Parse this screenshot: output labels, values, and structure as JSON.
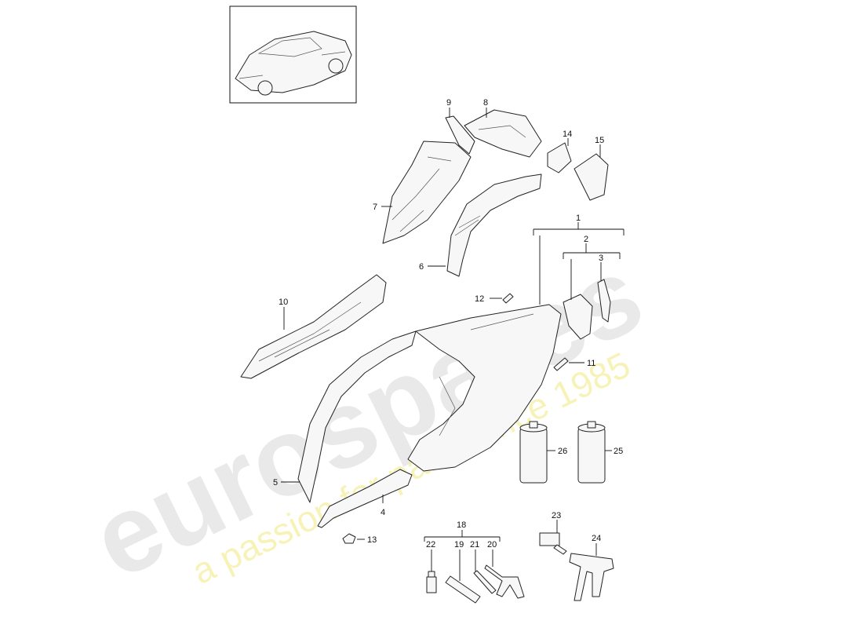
{
  "watermark": {
    "brand": "eurospares",
    "slogan": "a passion for parts since 1985"
  },
  "callouts": {
    "c1": "1",
    "c2": "2",
    "c3": "3",
    "c4": "4",
    "c5": "5",
    "c6": "6",
    "c7": "7",
    "c8": "8",
    "c9": "9",
    "c10": "10",
    "c11": "11",
    "c12": "12",
    "c13": "13",
    "c14": "14",
    "c15": "15",
    "c18": "18",
    "c19": "19",
    "c20": "20",
    "c21": "21",
    "c22": "22",
    "c23": "23",
    "c24": "24",
    "c25": "25",
    "c26": "26"
  },
  "colors": {
    "line": "#111111",
    "watermark_gray": "#e6e6e6",
    "watermark_yellow": "#f3ec8a"
  }
}
